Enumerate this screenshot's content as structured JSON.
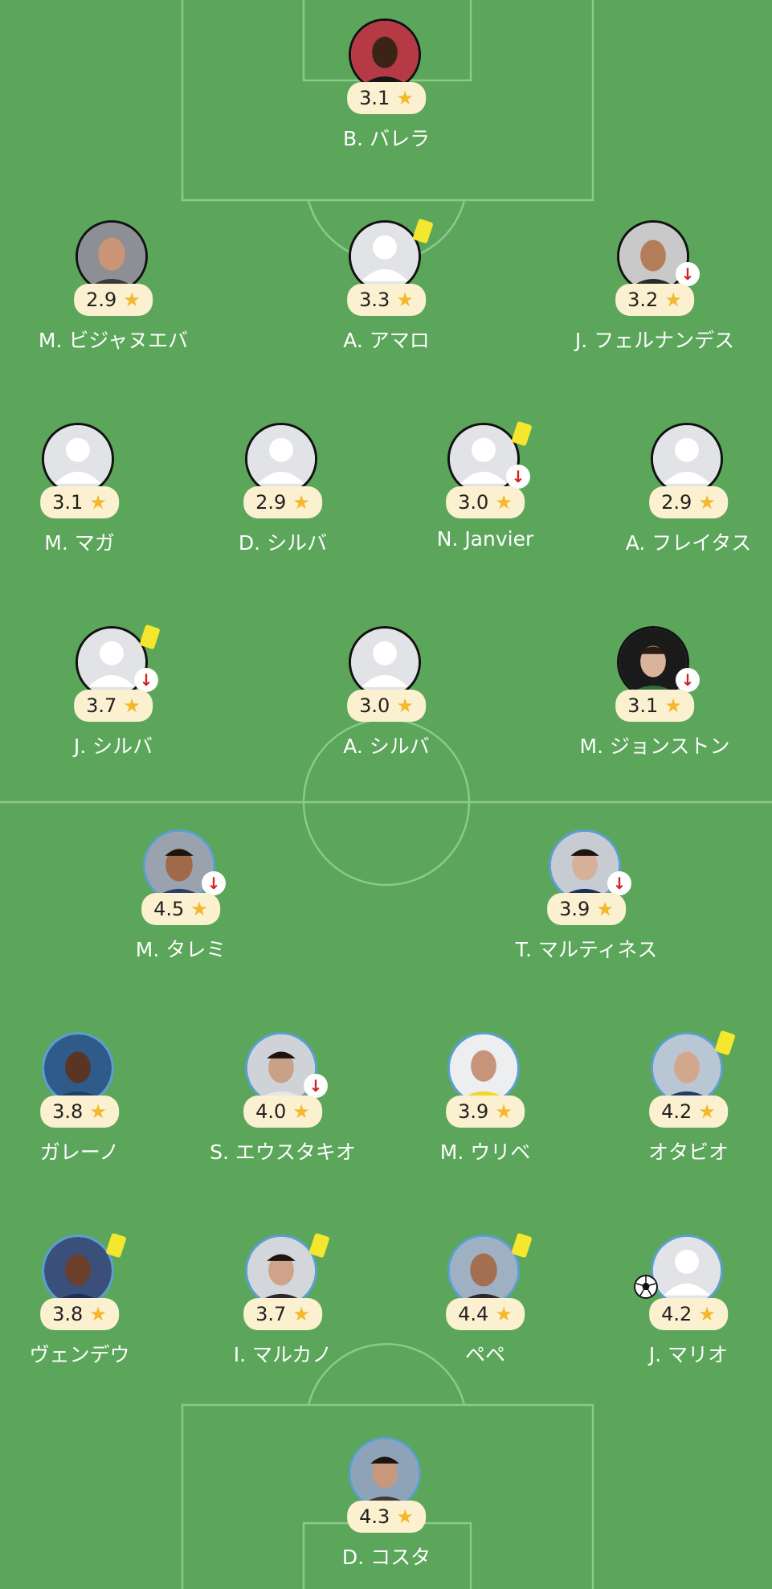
{
  "colors": {
    "pitch": "#5ba65a",
    "lines": "#8cc98a",
    "away_ring": "#111111",
    "home_ring": "#5b9fd1",
    "rating_bg": "#fbf0cf",
    "star": "#f3b82b",
    "card": "#f5e62e",
    "sub_arrow": "#d21f1f"
  },
  "away_team": {
    "players": [
      {
        "id": "a1",
        "name": "B. バレラ",
        "rating": "3.1",
        "photo": true,
        "yellow_card": false,
        "sub_out": false
      },
      {
        "id": "a2",
        "name": "M. ビジャヌエバ",
        "rating": "2.9",
        "photo": true,
        "yellow_card": false,
        "sub_out": false
      },
      {
        "id": "a3",
        "name": "A. アマロ",
        "rating": "3.3",
        "photo": false,
        "yellow_card": true,
        "sub_out": false
      },
      {
        "id": "a4",
        "name": "J. フェルナンデス",
        "rating": "3.2",
        "photo": true,
        "yellow_card": false,
        "sub_out": true
      },
      {
        "id": "a5",
        "name": "M. マガ",
        "rating": "3.1",
        "photo": false,
        "yellow_card": false,
        "sub_out": false
      },
      {
        "id": "a6",
        "name": "D. シルバ",
        "rating": "2.9",
        "photo": false,
        "yellow_card": false,
        "sub_out": false
      },
      {
        "id": "a7",
        "name": "N. Janvier",
        "rating": "3.0",
        "photo": false,
        "yellow_card": true,
        "sub_out": true
      },
      {
        "id": "a8",
        "name": "A. フレイタス",
        "rating": "2.9",
        "photo": false,
        "yellow_card": false,
        "sub_out": false
      },
      {
        "id": "a9",
        "name": "J. シルバ",
        "rating": "3.7",
        "photo": false,
        "yellow_card": true,
        "sub_out": true
      },
      {
        "id": "a10",
        "name": "A. シルバ",
        "rating": "3.0",
        "photo": false,
        "yellow_card": false,
        "sub_out": false
      },
      {
        "id": "a11",
        "name": "M. ジョンストン",
        "rating": "3.1",
        "photo": true,
        "yellow_card": false,
        "sub_out": true
      }
    ]
  },
  "home_team": {
    "players": [
      {
        "id": "h1",
        "name": "M. タレミ",
        "rating": "4.5",
        "photo": true,
        "yellow_card": false,
        "sub_out": true
      },
      {
        "id": "h2",
        "name": "T. マルティネス",
        "rating": "3.9",
        "photo": true,
        "yellow_card": false,
        "sub_out": true
      },
      {
        "id": "h3",
        "name": "ガレーノ",
        "rating": "3.8",
        "photo": true,
        "yellow_card": false,
        "sub_out": false
      },
      {
        "id": "h4",
        "name": "S. エウスタキオ",
        "rating": "4.0",
        "photo": true,
        "yellow_card": false,
        "sub_out": true
      },
      {
        "id": "h5",
        "name": "M. ウリベ",
        "rating": "3.9",
        "photo": true,
        "yellow_card": false,
        "sub_out": false
      },
      {
        "id": "h6",
        "name": "オタビオ",
        "rating": "4.2",
        "photo": true,
        "yellow_card": true,
        "sub_out": false
      },
      {
        "id": "h7",
        "name": "ヴェンデウ",
        "rating": "3.8",
        "photo": true,
        "yellow_card": true,
        "sub_out": false
      },
      {
        "id": "h8",
        "name": "I. マルカノ",
        "rating": "3.7",
        "photo": true,
        "yellow_card": true,
        "sub_out": false
      },
      {
        "id": "h9",
        "name": "ペペ",
        "rating": "4.4",
        "photo": true,
        "yellow_card": true,
        "sub_out": false
      },
      {
        "id": "h10",
        "name": "J. マリオ",
        "rating": "4.2",
        "photo": false,
        "yellow_card": false,
        "sub_out": false,
        "goal": true
      },
      {
        "id": "h11",
        "name": "D. コスタ",
        "rating": "4.3",
        "photo": true,
        "yellow_card": false,
        "sub_out": false
      }
    ]
  }
}
